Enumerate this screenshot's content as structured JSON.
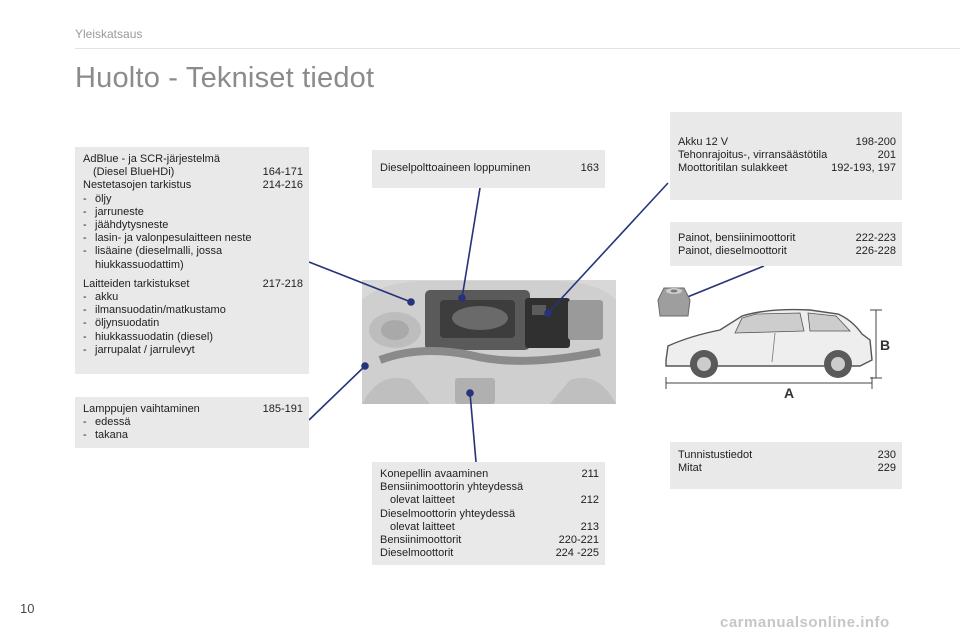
{
  "header": {
    "section": "Yleiskatsaus"
  },
  "title": "Huolto - Tekniset tiedot",
  "page_number": "10",
  "footer": {
    "site": "carmanualsonline.info"
  },
  "boxes": {
    "adblue": {
      "line1": "AdBlue - ja SCR-järjestelmä",
      "line2": "(Diesel BlueHDi)",
      "line2_pages": "164-171",
      "fluids": "Nestetasojen tarkistus",
      "fluids_pages": "214-216",
      "fluid_items": [
        "öljy",
        "jarruneste",
        "jäähdytysneste",
        "lasin- ja valonpesulaitteen neste",
        "lisäaine (dieselmalli, jossa"
      ],
      "fluid_item_cont": "hiukkassuodattim)",
      "parts": "Laitteiden tarkistukset",
      "parts_pages": "217-218",
      "part_items": [
        "akku",
        "ilmansuodatin/matkustamo",
        "öljynsuodatin",
        "hiukkassuodatin (diesel)",
        "jarrupalat / jarrulevyt"
      ]
    },
    "lamps": {
      "label": "Lamppujen vaihtaminen",
      "pages": "185-191",
      "items": [
        "edessä",
        "takana"
      ]
    },
    "diesel_fuel": {
      "label": "Dieselpolttoaineen loppuminen",
      "pages": "163"
    },
    "battery": {
      "rows": [
        {
          "label": "Akku 12 V",
          "pages": "198-200"
        },
        {
          "label": "Tehonrajoitus-, virransäästötila",
          "pages": "201"
        },
        {
          "label": "Moottoritilan sulakkeet",
          "pages": "192-193, 197"
        }
      ]
    },
    "weights": {
      "rows": [
        {
          "label": "Painot, bensiinimoottorit",
          "pages": "222-223"
        },
        {
          "label": "Painot, dieselmoottorit",
          "pages": "226-228"
        }
      ]
    },
    "bonnet": {
      "r1": "Konepellin avaaminen",
      "r1_pages": "211",
      "r2a": "Bensiinimoottorin yhteydessä",
      "r2b": "olevat laitteet",
      "r2_pages": "212",
      "r3a": "Dieselmoottorin yhteydessä",
      "r3b": "olevat laitteet",
      "r3_pages": "213",
      "r4": "Bensiinimoottorit",
      "r4_pages": "220-221",
      "r5": "Dieselmoottorit",
      "r5_pages": "224 -225"
    },
    "ident": {
      "rows": [
        {
          "label": "Tunnistustiedot",
          "pages": "230"
        },
        {
          "label": "Mitat",
          "pages": "229"
        }
      ]
    }
  },
  "car_dimensions": {
    "length_label": "A",
    "height_label": "B"
  },
  "dash": "-"
}
